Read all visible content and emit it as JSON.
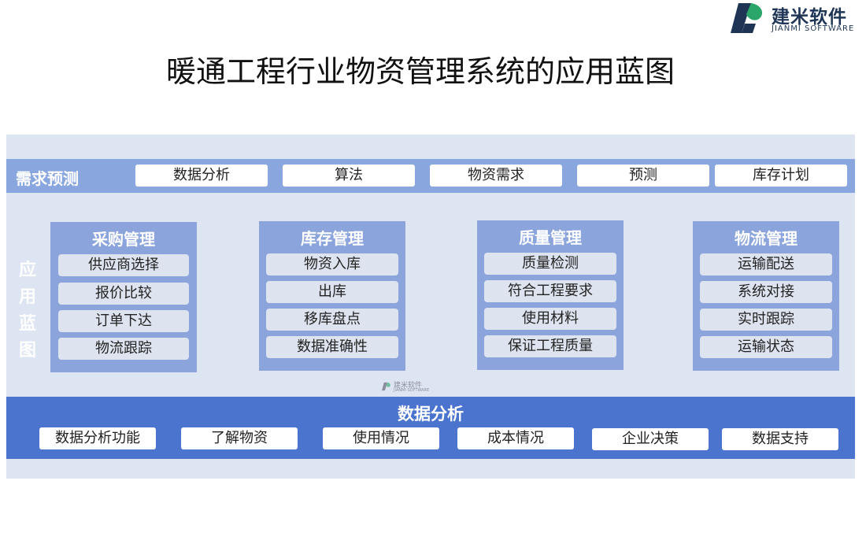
{
  "logo": {
    "name": "建米软件",
    "subtitle": "JIANMI SOFTWARE"
  },
  "title": "暖通工程行业物资管理系统的应用蓝图",
  "demand": {
    "label": "需求预测",
    "items": [
      "数据分析",
      "算法",
      "物资需求",
      "预测",
      "库存计划"
    ]
  },
  "blueprint_label": "应用蓝图",
  "modules": [
    {
      "title": "采购管理",
      "items": [
        "供应商选择",
        "报价比较",
        "订单下达",
        "物流跟踪"
      ]
    },
    {
      "title": "库存管理",
      "items": [
        "物资入库",
        "出库",
        "移库盘点",
        "数据准确性"
      ]
    },
    {
      "title": "质量管理",
      "items": [
        "质量检测",
        "符合工程要求",
        "使用材料",
        "保证工程质量"
      ]
    },
    {
      "title": "物流管理",
      "items": [
        "运输配送",
        "系统对接",
        "实时跟踪",
        "运输状态"
      ]
    }
  ],
  "watermark": {
    "name": "建米软件",
    "subtitle": "JIANMI SOFTWARE"
  },
  "analysis": {
    "title": "数据分析",
    "items": [
      "数据分析功能",
      "了解物资",
      "使用情况",
      "成本情况",
      "企业决策",
      "数据支持"
    ]
  },
  "colors": {
    "panel": "#dde4f2",
    "demand_bar": "#8aa6df",
    "module": "#8ba4dc",
    "analysis_bar": "#4b74cf",
    "logo_dark": "#1f3556",
    "logo_green": "#2aa66a"
  }
}
